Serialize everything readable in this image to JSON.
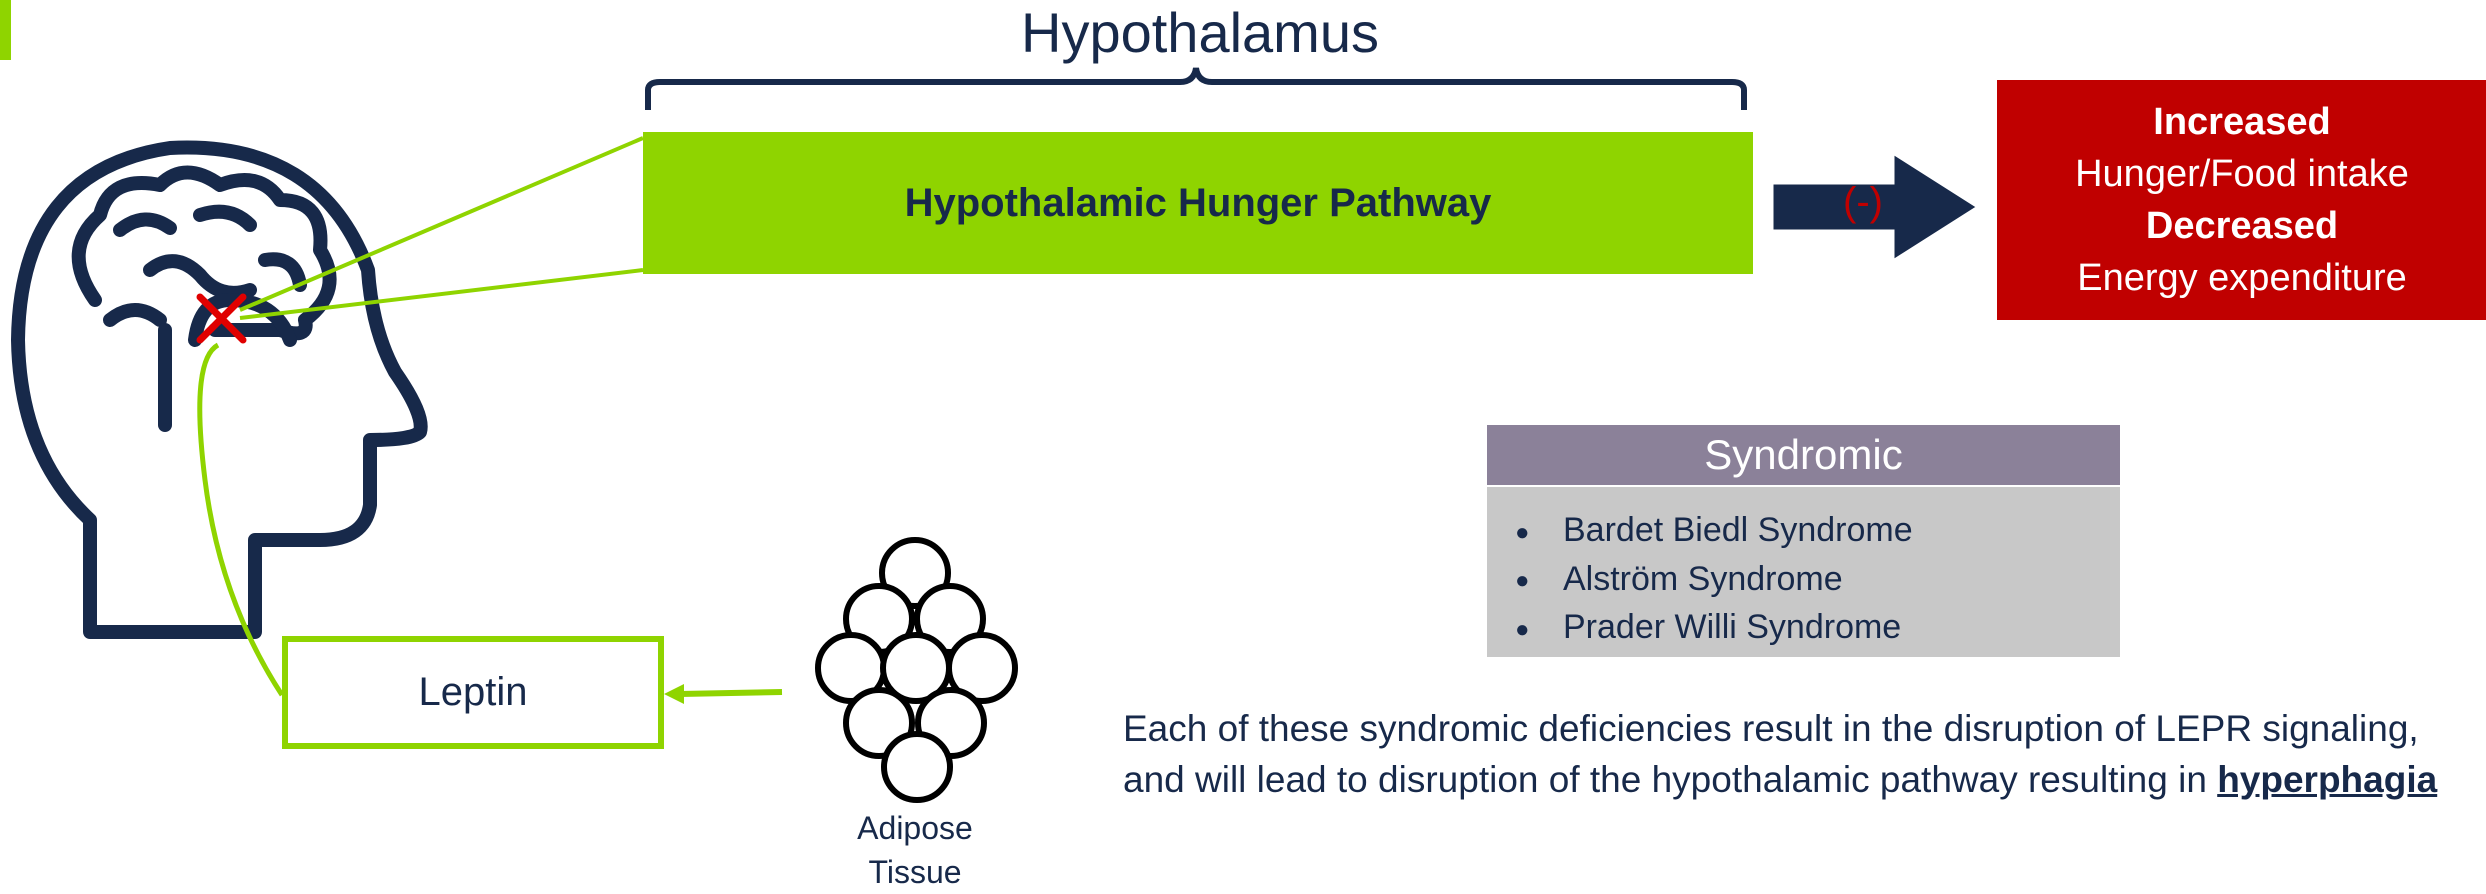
{
  "diagram": {
    "hypothalamus_label": "Hypothalamus",
    "pathway_label": "Hypothalamic Hunger Pathway",
    "arrow_label": "(-)",
    "outcome": {
      "line1": "Increased",
      "line2": "Hunger/Food intake",
      "line3": "Decreased",
      "line4": "Energy expenditure"
    },
    "syndromic": {
      "header": "Syndromic",
      "items": [
        "Bardet Biedl Syndrome",
        "Alström Syndrome",
        "Prader Willi Syndrome"
      ]
    },
    "leptin_label": "Leptin",
    "adipose_label_line1": "Adipose",
    "adipose_label_line2": "Tissue",
    "explanation": {
      "text": "Each of these syndromic deficiencies result in the disruption of LEPR signaling, and will lead to disruption of the hypothalamic pathway resulting in",
      "emphasis": "hyperphagia"
    }
  },
  "colors": {
    "green": "#8fd400",
    "navy": "#17294a",
    "red": "#c00000",
    "purple_gray": "#8b8199",
    "light_gray": "#c8c8c8"
  },
  "icons": [
    "head-brain-icon",
    "red-x-icon",
    "adipose-cells-icon",
    "right-arrow-icon",
    "curly-brace-icon"
  ]
}
